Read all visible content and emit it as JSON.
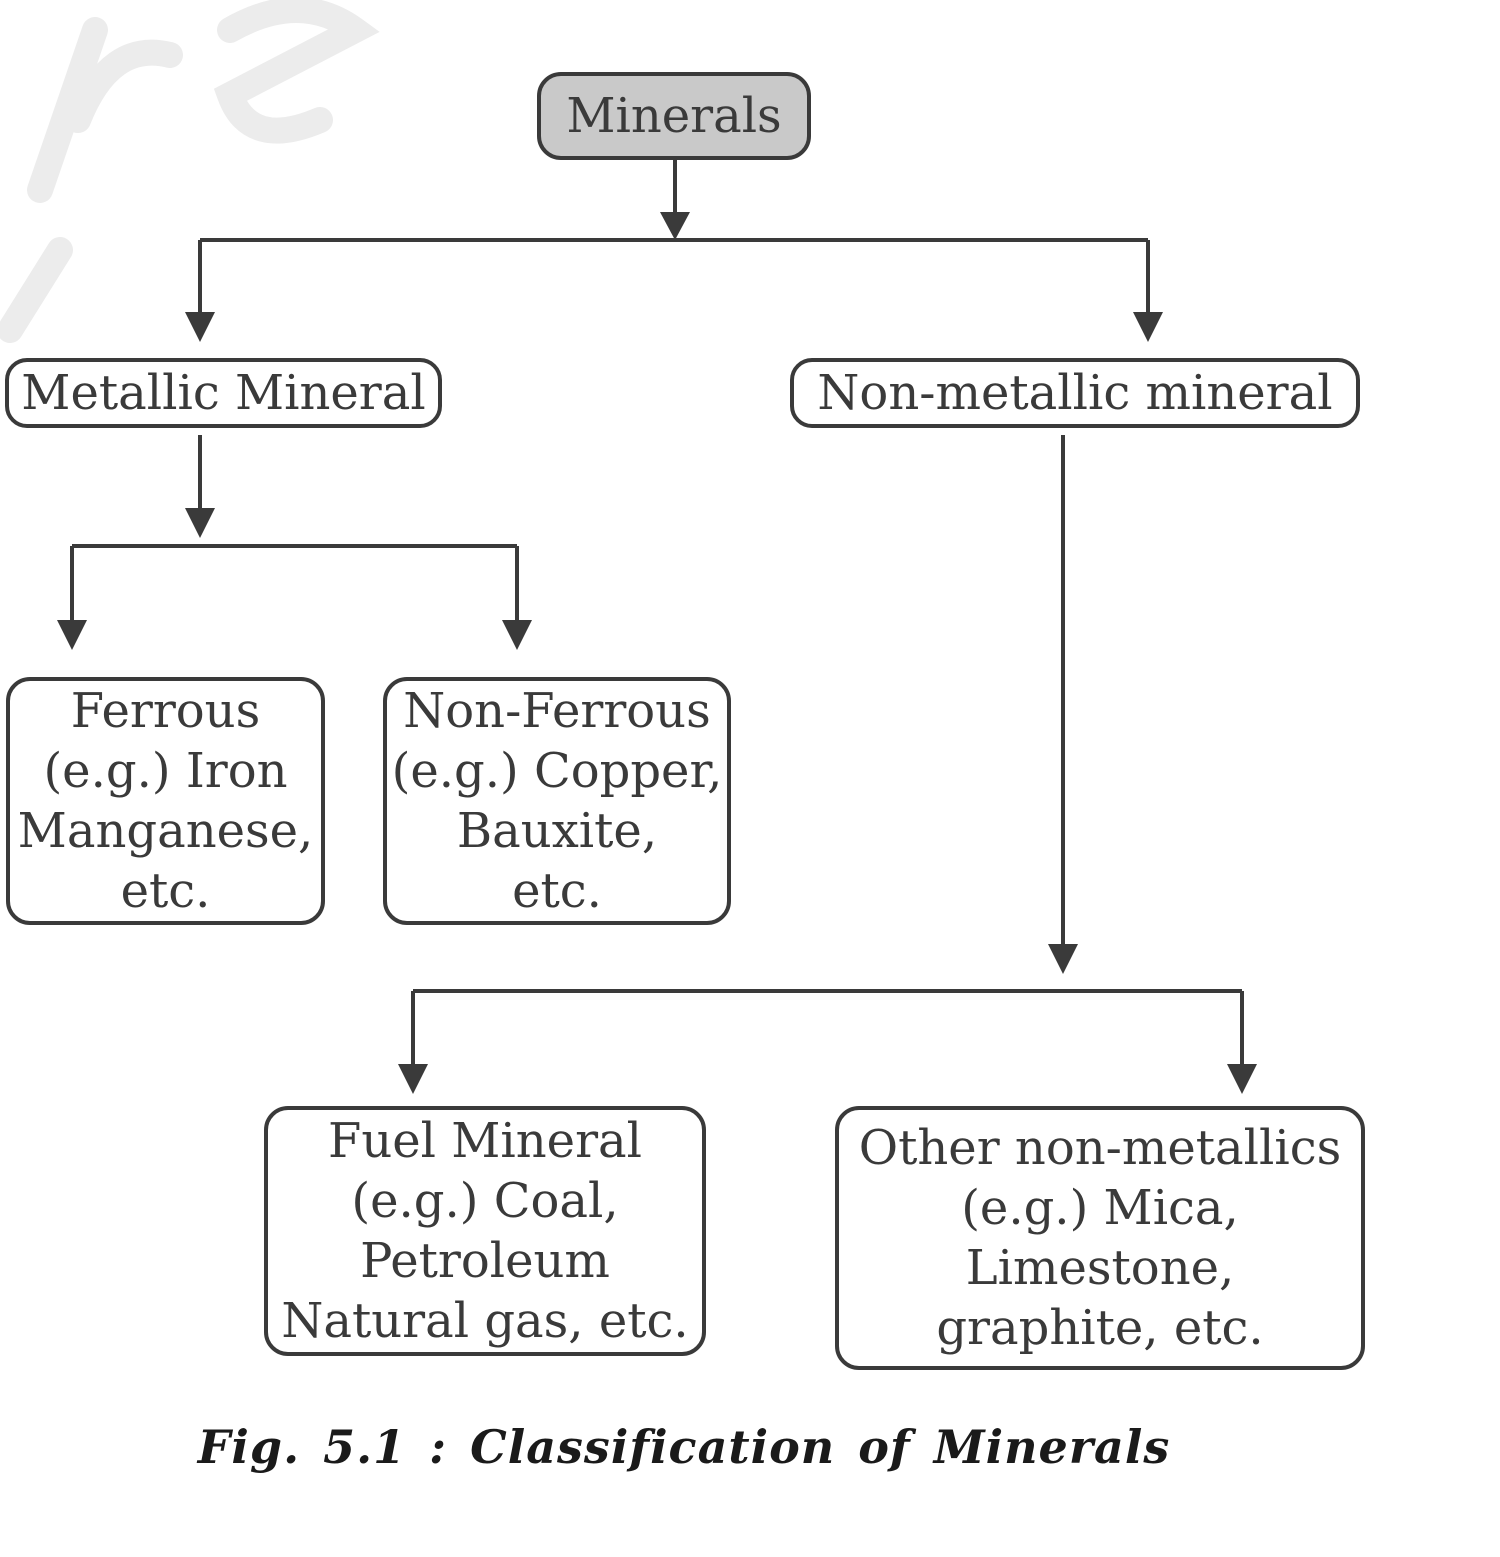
{
  "diagram": {
    "root": {
      "label": "Minerals"
    },
    "metallic": {
      "label": "Metallic Mineral",
      "children": {
        "ferrous": {
          "lines": [
            "Ferrous",
            "(e.g.) Iron",
            "Manganese,",
            "etc."
          ]
        },
        "non_ferrous": {
          "lines": [
            "Non-Ferrous",
            "(e.g.) Copper,",
            "Bauxite,",
            "etc."
          ]
        }
      }
    },
    "non_metallic": {
      "label": "Non-metallic mineral",
      "children": {
        "fuel": {
          "lines": [
            "Fuel Mineral",
            "(e.g.) Coal,",
            "Petroleum",
            "Natural gas, etc."
          ]
        },
        "other": {
          "lines": [
            "Other non-metallics",
            "(e.g.) Mica,",
            "Limestone,",
            "graphite, etc."
          ]
        }
      }
    },
    "caption": "Fig. 5.1 : Classification of Minerals",
    "colors": {
      "line": "#3a3a3a",
      "root_fill": "#c9c9c9",
      "box_fill": "#ffffff"
    }
  }
}
